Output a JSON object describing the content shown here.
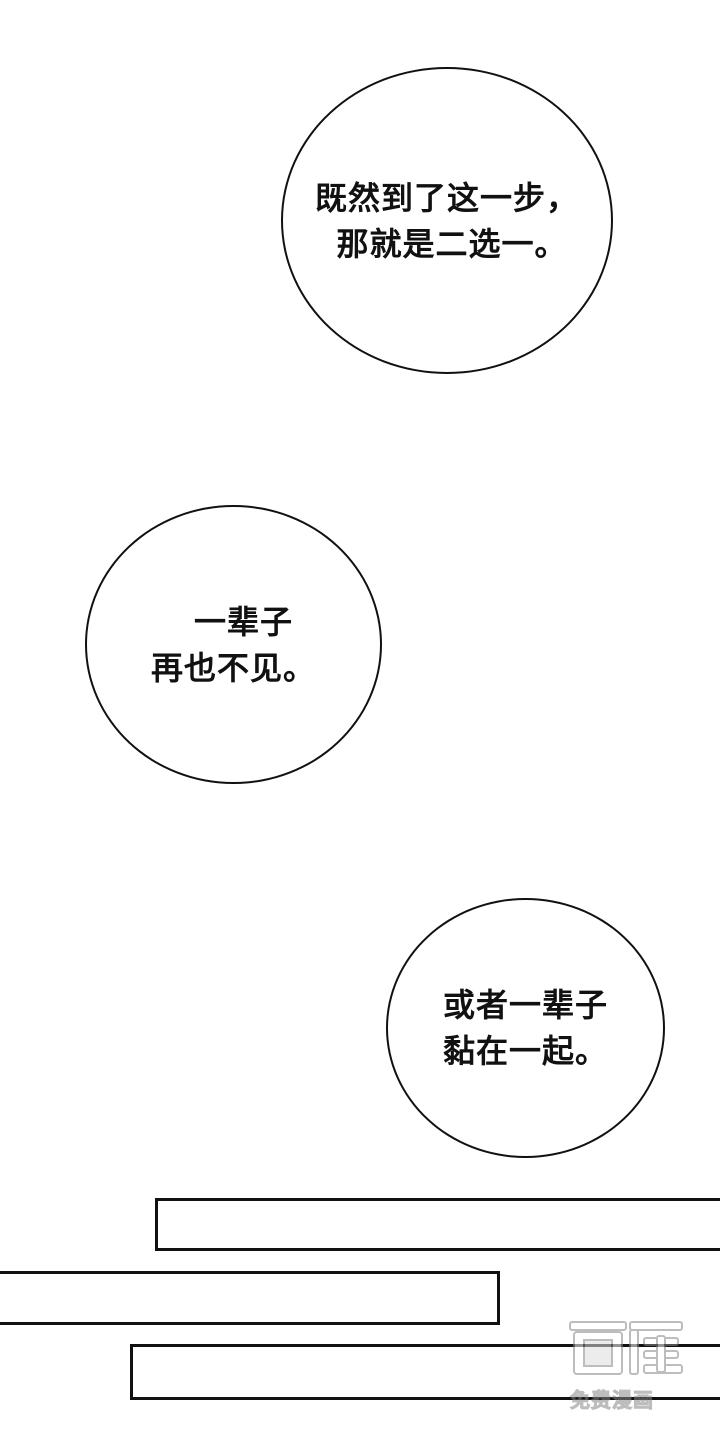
{
  "bubbles": [
    {
      "lines": [
        "既然到了这一步，",
        "那就是二选一。"
      ]
    },
    {
      "lines": [
        "一辈子",
        "再也不见。"
      ]
    },
    {
      "lines": [
        "或者一辈子",
        "黏在一起。"
      ]
    }
  ],
  "watermark": {
    "logo_text": "画涯",
    "caption": "免费漫画"
  },
  "colors": {
    "ink": "#111111",
    "paper": "#ffffff",
    "watermark": "#888888"
  }
}
